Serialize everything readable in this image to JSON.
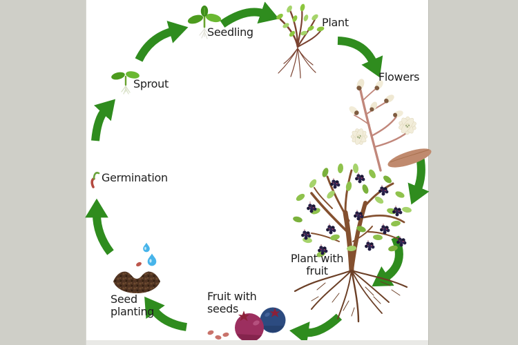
{
  "colors": {
    "background": "#cfcfc8",
    "canvas": "#ffffff",
    "arrow_green": "#2f8c1e",
    "label_text": "#1e1e1e"
  },
  "diagram": {
    "subject": "plant life cycle",
    "stages": [
      {
        "label": "Seedling"
      },
      {
        "label": "Plant"
      },
      {
        "label": "Flowers"
      },
      {
        "label": "Plant with fruit"
      },
      {
        "label": "Fruit with seeds"
      },
      {
        "label": "Seed planting"
      },
      {
        "label": "Germination"
      },
      {
        "label": "Sprout"
      }
    ],
    "arrows": [
      {
        "from": "Sprout",
        "to": "Seedling"
      },
      {
        "from": "Seedling",
        "to": "Plant"
      },
      {
        "from": "Plant",
        "to": "Flowers"
      },
      {
        "from": "Flowers",
        "to": "Plant with fruit"
      },
      {
        "from": "Plant with fruit",
        "to": "Fruit with seeds",
        "segment": 1
      },
      {
        "from": "Plant with fruit",
        "to": "Fruit with seeds",
        "segment": 2
      },
      {
        "from": "Fruit with seeds",
        "to": "Seed planting"
      },
      {
        "from": "Seed planting",
        "to": "Germination"
      },
      {
        "from": "Germination",
        "to": "Sprout"
      }
    ]
  }
}
